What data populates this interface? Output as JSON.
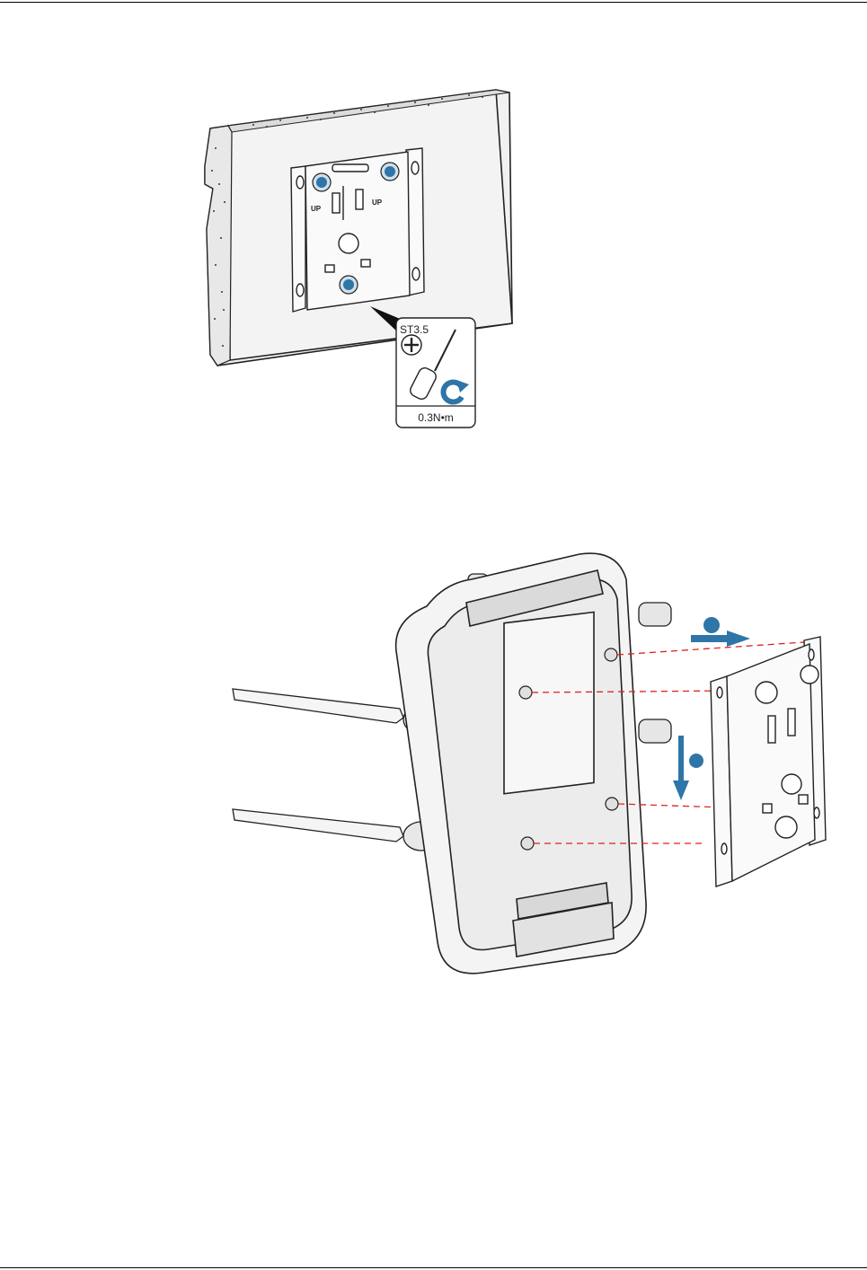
{
  "figure1": {
    "screw_spec": "ST3.5",
    "torque": "0.3N•m",
    "up_label": "UP"
  },
  "colors": {
    "accent_blue": "#2e75a8",
    "guide_red": "#e02020",
    "line": "#333333"
  }
}
